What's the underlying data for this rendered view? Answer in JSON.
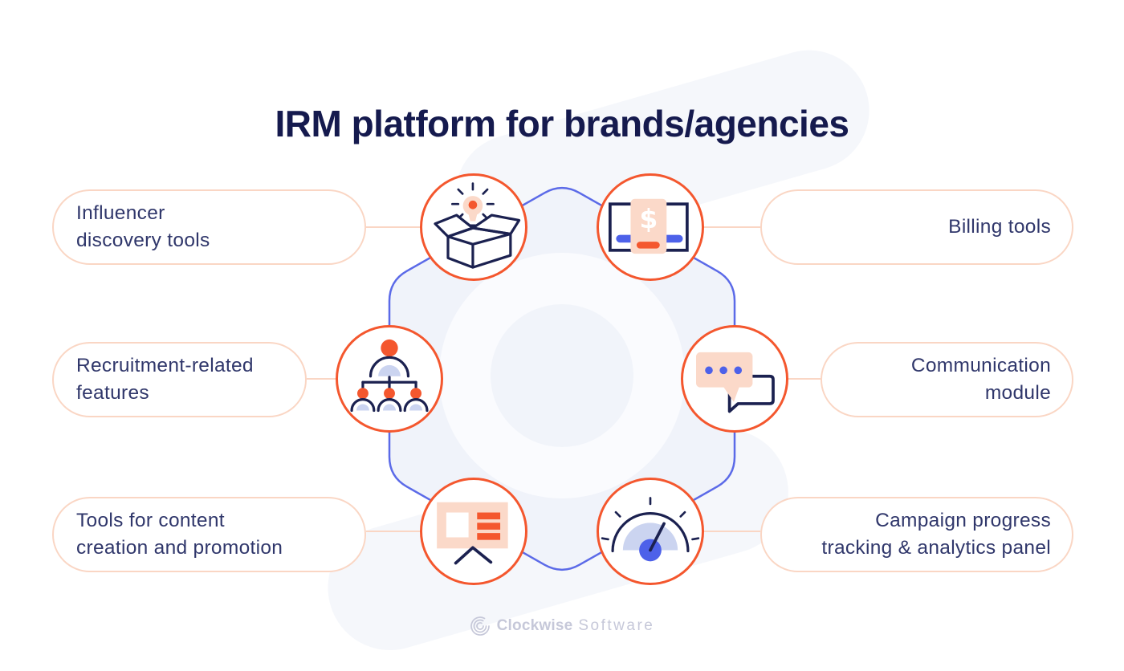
{
  "title": "IRM platform for brands/agencies",
  "features": [
    {
      "id": "influencer-discovery",
      "label": "Influencer discovery tools",
      "line1": "Influencer",
      "line2": "discovery tools",
      "icon": "open-box-idea-icon",
      "side": "left"
    },
    {
      "id": "billing-tools",
      "label": "Billing tools",
      "line1": "Billing tools",
      "line2": "",
      "icon": "billing-receipt-icon",
      "side": "right"
    },
    {
      "id": "recruitment-features",
      "label": "Recruitment-related features",
      "line1": "Recruitment-related",
      "line2": "features",
      "icon": "org-chart-icon",
      "side": "left"
    },
    {
      "id": "communication-module",
      "label": "Communication module",
      "line1": "Communication",
      "line2": "module",
      "icon": "chat-bubbles-icon",
      "side": "right"
    },
    {
      "id": "content-tools",
      "label": "Tools for content creation and promotion",
      "line1": "Tools for content",
      "line2": "creation and promotion",
      "icon": "content-card-icon",
      "side": "left"
    },
    {
      "id": "campaign-tracking",
      "label": "Campaign progress tracking & analytics panel",
      "line1": "Campaign progress",
      "line2": "tracking & analytics panel",
      "icon": "gauge-icon",
      "side": "right"
    }
  ],
  "symbols": {
    "dollar": "$"
  },
  "footer": {
    "brand_bold": "Clockwise",
    "brand_light": "Software"
  },
  "colors": {
    "title_navy": "#151A4E",
    "label_navy": "#30376B",
    "icon_stroke_navy": "#1B2150",
    "accent_orange": "#F4572E",
    "peach_border": "#FAD6C4",
    "peach_fill": "#FBD9C9",
    "accent_blue": "#4D61E9",
    "hexagon_border_blue": "#5B6AE8",
    "hexagon_fill": "#F0F3FA",
    "lavender_fill": "#CBD4F0",
    "logo_gray": "#C6C8D9"
  }
}
